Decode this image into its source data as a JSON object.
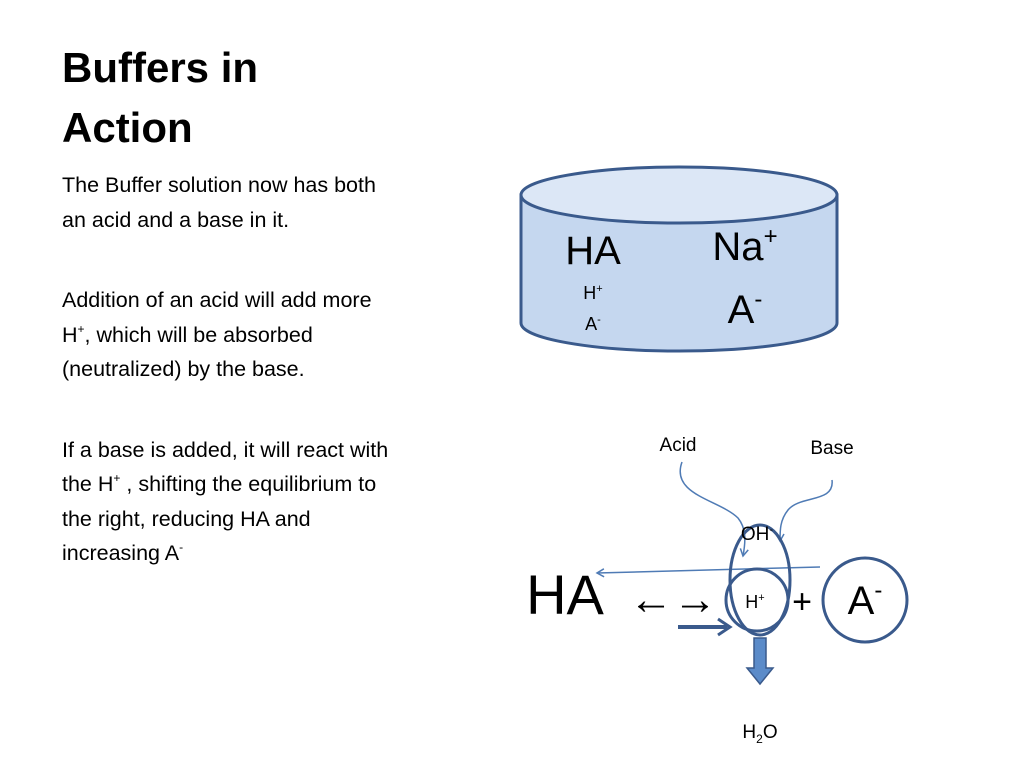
{
  "slide": {
    "title_line1": "Buffers in",
    "title_line2": "Action",
    "paragraphs": [
      {
        "text": "The Buffer solution now has both an acid and a base in it."
      },
      {
        "before": "Addition of an acid will add more H",
        "sup": "+",
        "after": ", which will be absorbed (neutralized) by the base."
      },
      {
        "before": "If a base is added, it will react with the H",
        "sup": "+",
        "after": " , shifting the equilibrium to the right, reducing HA and increasing A",
        "sup2": "-"
      }
    ]
  },
  "beaker": {
    "left_species": "HA",
    "left_ion1": "H",
    "left_ion1_sup": "+",
    "left_ion2": "A",
    "left_ion2_sup": "-",
    "right_ion1": "Na",
    "right_ion1_sup": "+",
    "right_ion2": "A",
    "right_ion2_sup": "-"
  },
  "equation": {
    "acid_label": "Acid",
    "base_label": "Base",
    "hydroxide": "OH",
    "hydroxide_sup": "-",
    "reactant": "HA",
    "arrow": "←→",
    "proton": "H",
    "proton_sup": "+",
    "plus": "+",
    "conjugate_base": "A",
    "conjugate_base_sup": "-",
    "water_h": "H",
    "water_sub": "2",
    "water_o": "O"
  },
  "colors": {
    "beaker_fill": "#c5d7ef",
    "beaker_top": "#dce7f6",
    "outline": "#3a5a8c",
    "thin_line": "#4f7bb5",
    "down_arrow": "#5b8bc9"
  }
}
